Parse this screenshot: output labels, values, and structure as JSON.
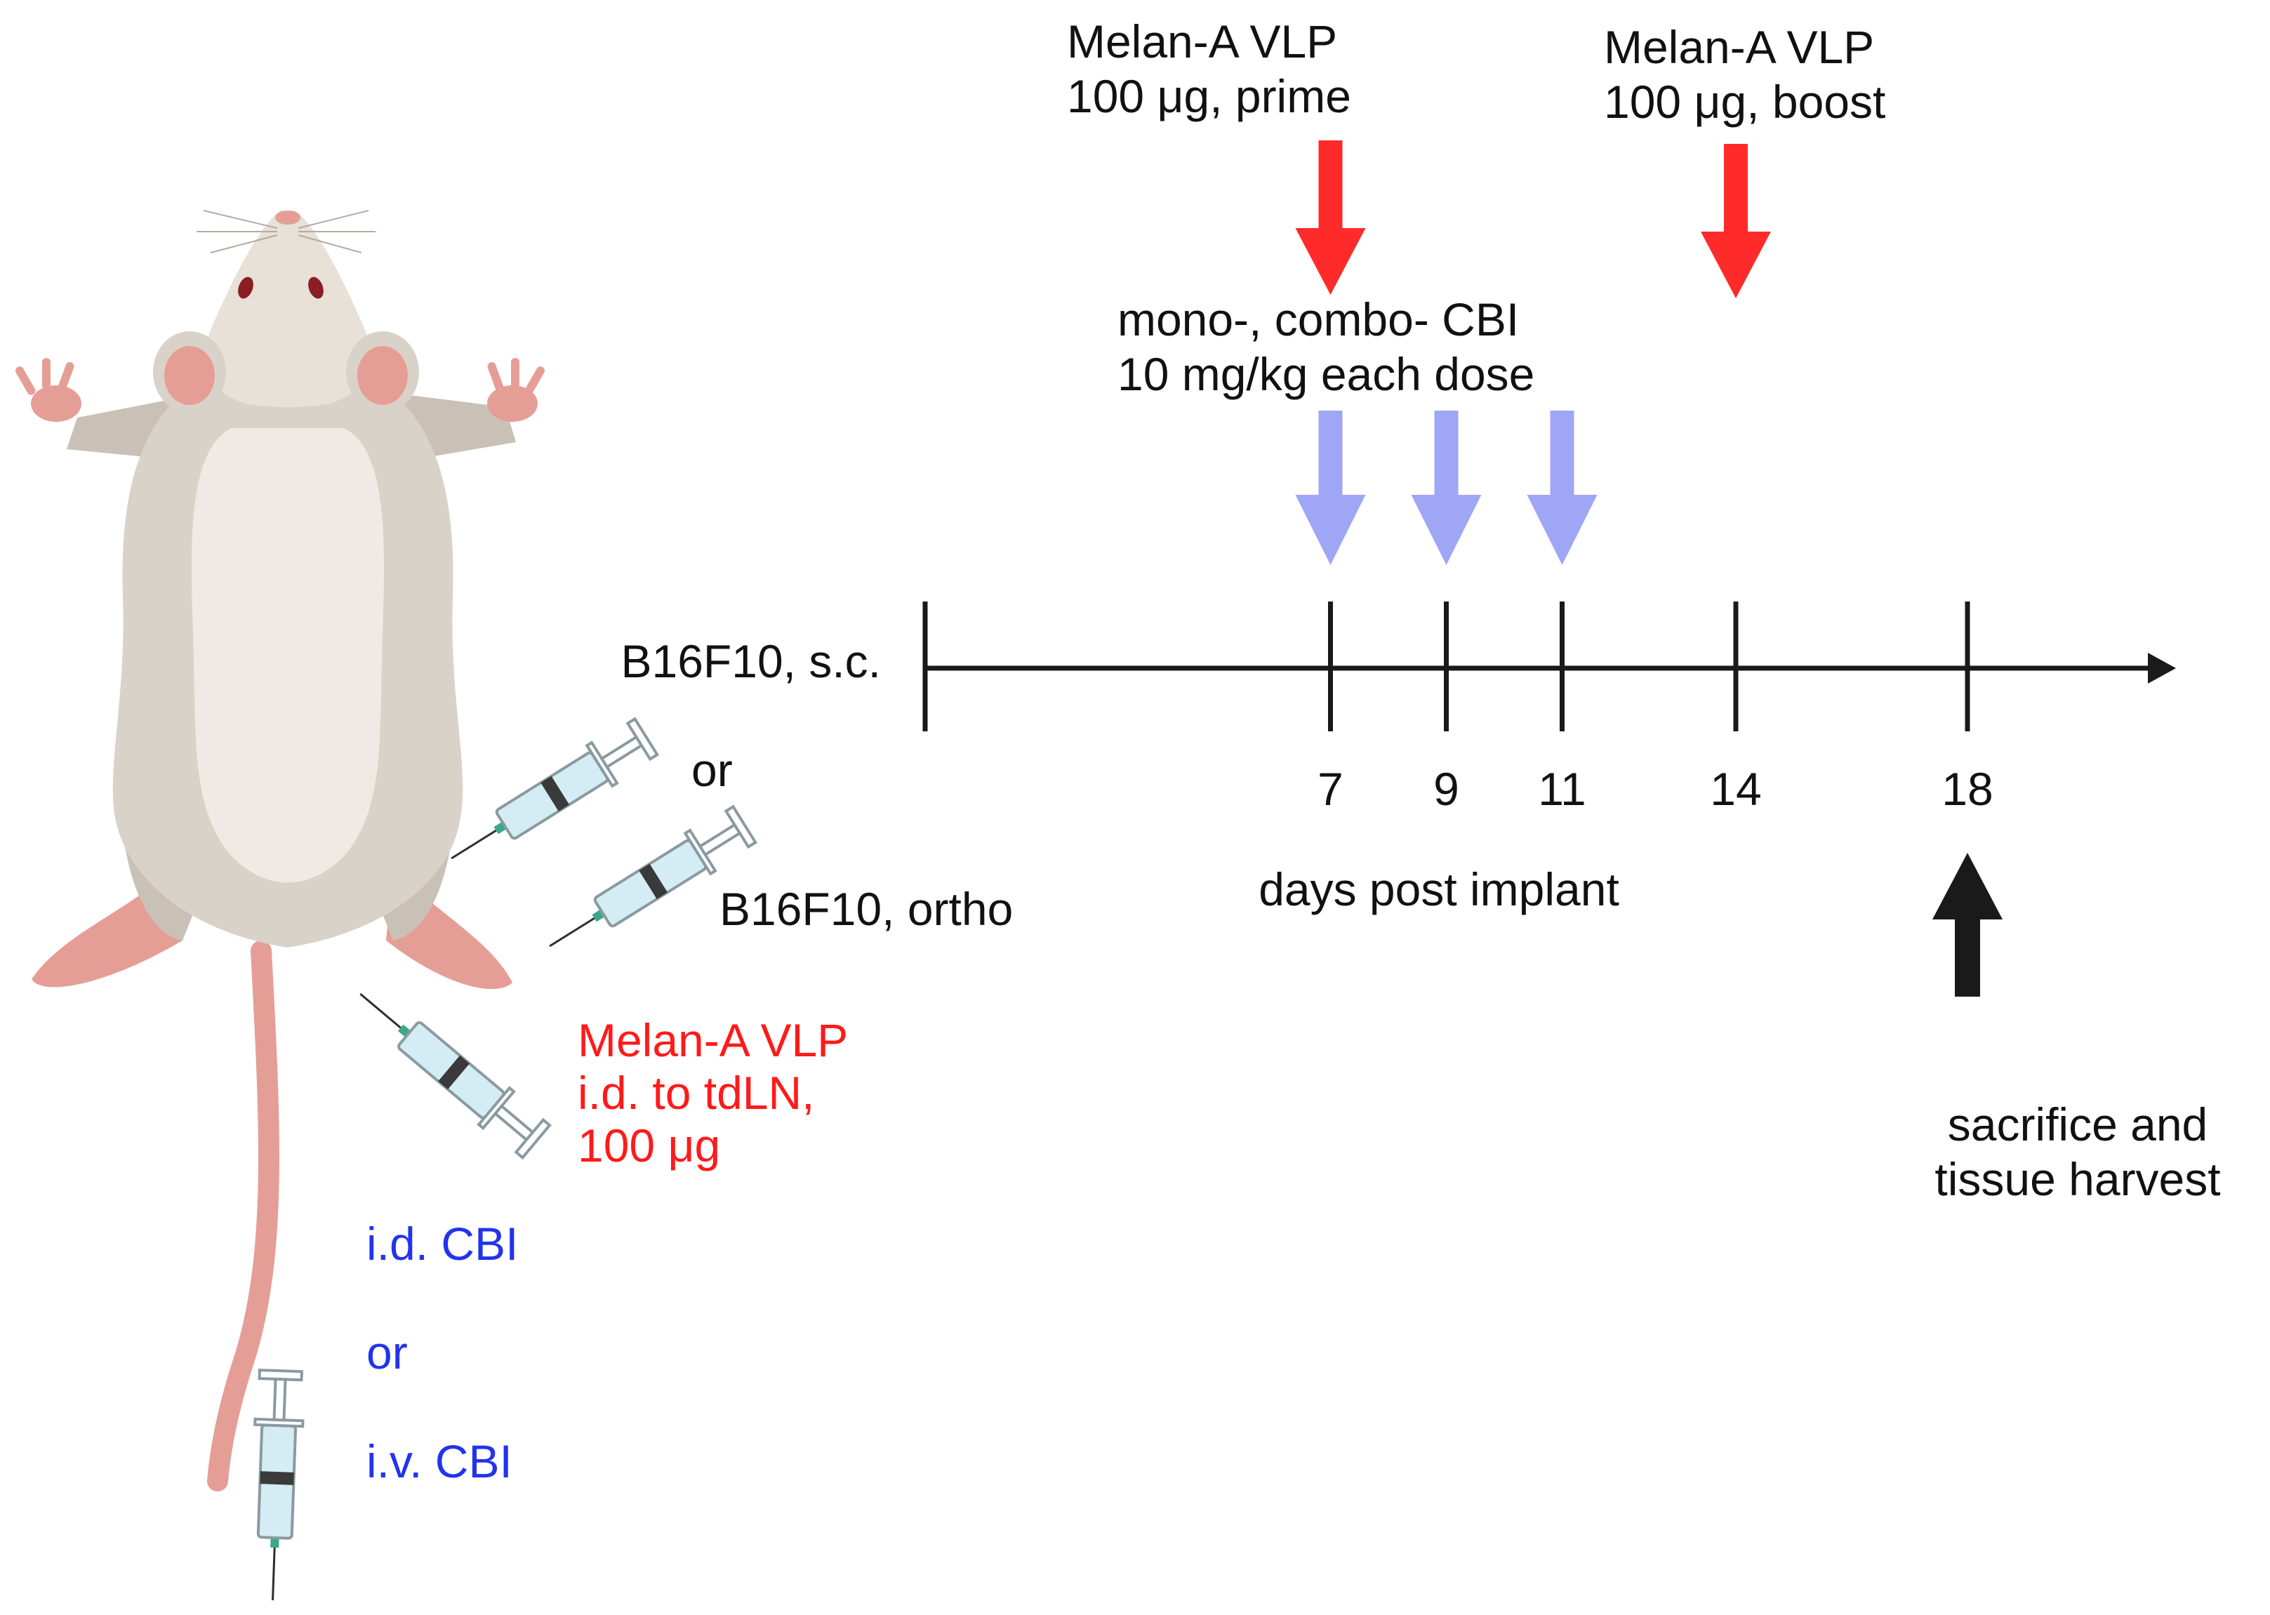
{
  "timeline": {
    "implant_label": "B16F10, s.c.",
    "ticks": [
      {
        "day": 0,
        "label": ""
      },
      {
        "day": 7,
        "label": "7"
      },
      {
        "day": 9,
        "label": "9"
      },
      {
        "day": 11,
        "label": "11"
      },
      {
        "day": 14,
        "label": "14"
      },
      {
        "day": 18,
        "label": "18"
      }
    ],
    "axis_label": "days post implant"
  },
  "vlp_prime": {
    "line1": "Melan-A VLP",
    "line2": "100 μg, prime",
    "day": 7
  },
  "vlp_boost": {
    "line1": "Melan-A VLP",
    "line2": "100 μg, boost",
    "day": 14
  },
  "cbi": {
    "line1": "mono-, combo- CBI",
    "line2": "10 mg/kg each dose",
    "days": [
      7,
      9,
      11
    ]
  },
  "endpoint": {
    "line1": "sacrifice and",
    "line2": "tissue harvest",
    "day": 18
  },
  "mouse_labels": {
    "or_top": "or",
    "ortho": "B16F10, ortho",
    "vlp_route_line1": "Melan-A VLP",
    "vlp_route_line2": "i.d. to tdLN,",
    "vlp_route_line3": "100 μg",
    "cbi_id": "i.d. CBI",
    "cbi_or": "or",
    "cbi_iv": "i.v. CBI"
  },
  "colors": {
    "vlp_arrow": "#ff2b2b",
    "cbi_arrow": "#8f97f5",
    "endpoint_arrow": "#1a1a1a",
    "red_text": "#ff1a1a",
    "blue_text": "#2233ee",
    "mouse_body": "#d9d2c8",
    "mouse_belly": "#efebe4",
    "mouse_pink": "#e59e96"
  }
}
